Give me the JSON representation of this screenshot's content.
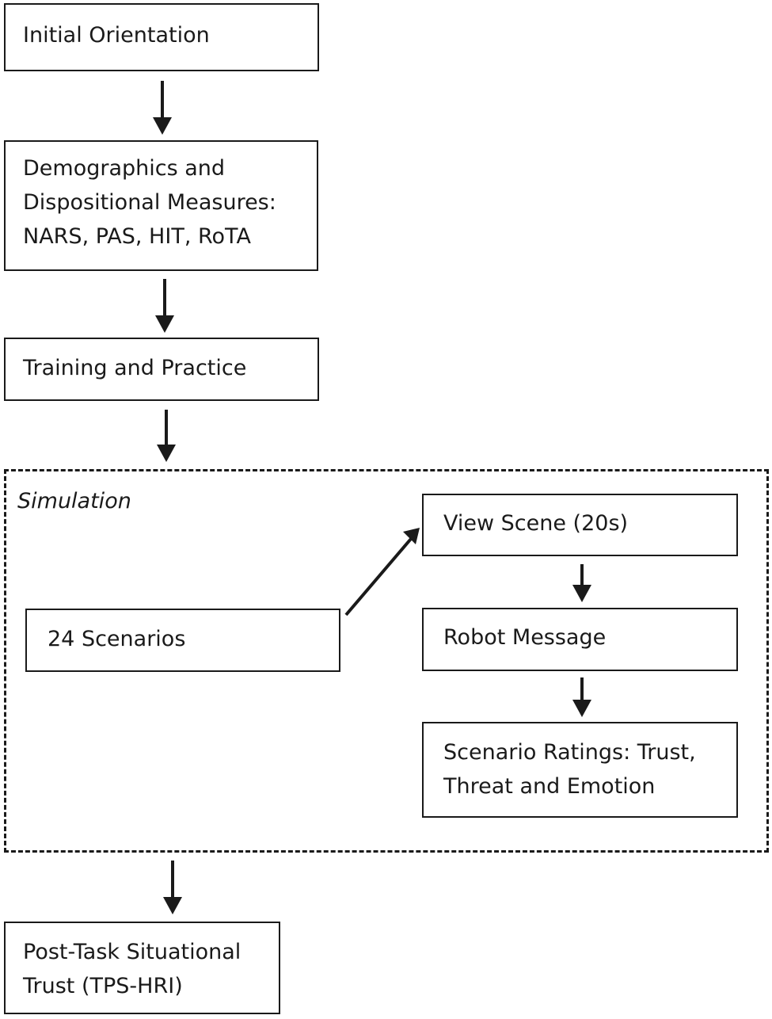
{
  "steps": {
    "initial_orientation": [
      "Initial Orientation"
    ],
    "demographics": [
      "Demographics and",
      "Dispositional Measures:",
      "NARS, PAS, HIT, RoTA"
    ],
    "training": [
      "Training and Practice"
    ],
    "post_task": [
      "Post-Task Situational",
      "Trust (TPS-HRI)"
    ]
  },
  "simulation": {
    "label": "Simulation",
    "scenarios": [
      "24 Scenarios"
    ],
    "view_scene": [
      "View Scene (20s)"
    ],
    "robot_message": [
      "Robot Message"
    ],
    "ratings": [
      "Scenario Ratings: Trust,",
      "Threat and Emotion"
    ]
  },
  "colors": {
    "stroke": "#1a1a1a",
    "background": "#ffffff"
  }
}
